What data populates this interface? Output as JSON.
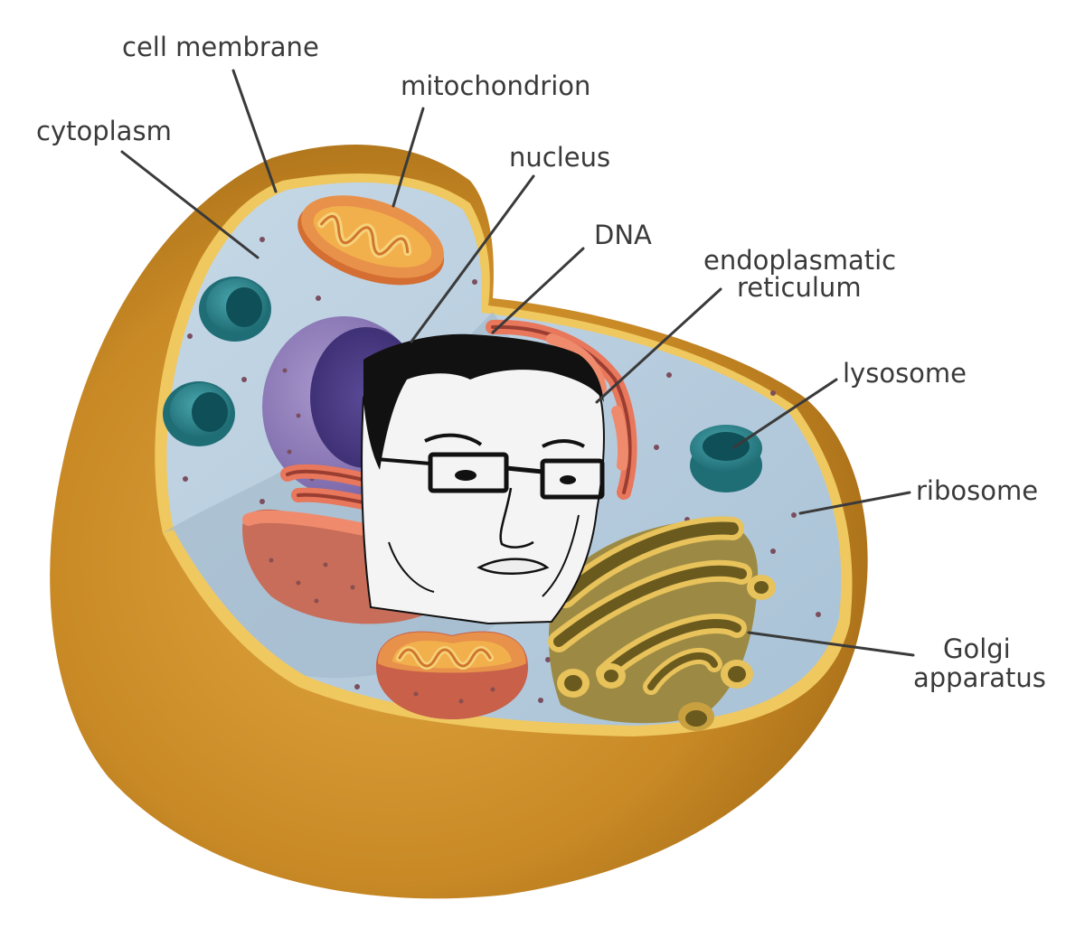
{
  "diagram": {
    "labels": {
      "cell_membrane": "cell membrane",
      "mitochondrion": "mitochondrion",
      "cytoplasm": "cytoplasm",
      "nucleus": "nucleus",
      "dna": "DNA",
      "er_line1": "endoplasmatic",
      "er_line2": "reticulum",
      "lysosome": "lysosome",
      "ribosome": "ribosome",
      "golgi_line1": "Golgi",
      "golgi_line2": "apparatus"
    },
    "colors": {
      "membrane_outer": "#c8861e",
      "membrane_rim": "#f0c860",
      "cytoplasm": "#b8cfde",
      "nucleus": "#8c78b4",
      "nucleoplasm": "#4a3a82",
      "er": "#e07a62",
      "mitochondrion": "#e8914a",
      "lysosome": "#2d8a92",
      "golgi": "#bfa040"
    }
  }
}
